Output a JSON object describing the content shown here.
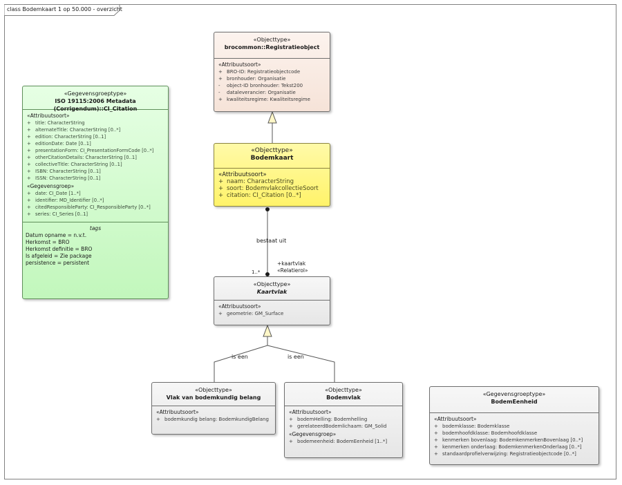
{
  "frame": {
    "title": "class Bodemkaart 1 op 50.000 - overzicht"
  },
  "classes": {
    "registratieobject": {
      "stereotype": "«Objecttype»",
      "name": "brocommon::Registratieobject",
      "sections": [
        {
          "title": "«Attribuutsoort»",
          "rows": [
            {
              "vis": "+",
              "text": "BRO-ID: Registratieobjectcode"
            },
            {
              "vis": "+",
              "text": "bronhouder: Organisatie"
            },
            {
              "vis": "-",
              "text": "object-ID bronhouder: Tekst200"
            },
            {
              "vis": "-",
              "text": "dataleverancier: Organisatie"
            },
            {
              "vis": "+",
              "text": "kwaliteitsregime: Kwaliteitsregime"
            }
          ]
        }
      ]
    },
    "bodemkaart": {
      "stereotype": "«Objecttype»",
      "name": "Bodemkaart",
      "sections": [
        {
          "title": "«Attribuutsoort»",
          "rows": [
            {
              "vis": "+",
              "text": "naam: CharacterString"
            },
            {
              "vis": "+",
              "text": "soort: BodemvlakcollectieSoort"
            },
            {
              "vis": "+",
              "text": "citation: CI_Citation [0..*]"
            }
          ]
        }
      ]
    },
    "citation": {
      "stereotype": "«Gegevensgroeptype»",
      "name": "ISO 19115:2006 Metadata (Corrigendum)::CI_Citation",
      "sections": [
        {
          "title": "«Attribuutsoort»",
          "rows": [
            {
              "vis": "+",
              "text": "title: CharacterString"
            },
            {
              "vis": "+",
              "text": "alternateTitle: CharacterString [0..*]"
            },
            {
              "vis": "+",
              "text": "edition: CharacterString [0..1]"
            },
            {
              "vis": "+",
              "text": "editionDate: Date [0..1]"
            },
            {
              "vis": "+",
              "text": "presentationForm: CI_PresentationFormCode [0..*]"
            },
            {
              "vis": "+",
              "text": "otherCitationDetails: CharacterString [0..1]"
            },
            {
              "vis": "+",
              "text": "collectiveTitle: CharacterString [0..1]"
            },
            {
              "vis": "+",
              "text": "ISBN: CharacterString [0..1]"
            },
            {
              "vis": "+",
              "text": "ISSN: CharacterString [0..1]"
            }
          ]
        },
        {
          "title": "«Gegevensgroep»",
          "rows": [
            {
              "vis": "+",
              "text": "date: CI_Date [1..*]"
            },
            {
              "vis": "+",
              "text": "identifier: MD_Identifier [0..*]"
            },
            {
              "vis": "+",
              "text": "citedResponsibleParty: CI_ResponsibleParty [0..*]"
            },
            {
              "vis": "+",
              "text": "series: CI_Series [0..1]"
            }
          ]
        }
      ],
      "tags_title": "tags",
      "tags": [
        "Datum opname = n.v.t.",
        "Herkomst = BRO",
        "Herkomst definitie = BRO",
        "Is afgeleid = Zie package",
        "persistence = persistent"
      ]
    },
    "kaartvlak": {
      "stereotype": "«Objecttype»",
      "name": "Kaartvlak",
      "sections": [
        {
          "title": "«Attribuutsoort»",
          "rows": [
            {
              "vis": "+",
              "text": "geometrie: GM_Surface"
            }
          ]
        }
      ]
    },
    "vlak_belang": {
      "stereotype": "«Objecttype»",
      "name": "Vlak van bodemkundig belang",
      "sections": [
        {
          "title": "«Attribuutsoort»",
          "rows": [
            {
              "vis": "+",
              "text": "bodemkundig belang: BodemkundigBelang"
            }
          ]
        }
      ]
    },
    "bodemvlak": {
      "stereotype": "«Objecttype»",
      "name": "Bodemvlak",
      "sections": [
        {
          "title": "«Attribuutsoort»",
          "rows": [
            {
              "vis": "+",
              "text": "bodemHelling: Bodemhelling"
            },
            {
              "vis": "+",
              "text": "gerelateerdBodemlichaam: GM_Solid"
            }
          ]
        },
        {
          "title": "«Gegevensgroep»",
          "rows": [
            {
              "vis": "+",
              "text": "bodemeenheid: BodemEenheid [1..*]"
            }
          ]
        }
      ]
    },
    "bodemeenheid": {
      "stereotype": "«Gegevensgroeptype»",
      "name": "BodemEenheid",
      "sections": [
        {
          "title": "«Attribuutsoort»",
          "rows": [
            {
              "vis": "+",
              "text": "bodemklasse: Bodemklasse"
            },
            {
              "vis": "+",
              "text": "bodemhoofdklasse: Bodemhoofdklasse"
            },
            {
              "vis": "+",
              "text": "kenmerken bovenlaag: BodemkenmerkenBovenlaag [0..*]"
            },
            {
              "vis": "+",
              "text": "kenmerken onderlaag: BodemkenmerkenOnderlaag [0..*]"
            },
            {
              "vis": "+",
              "text": "standaardprofielverwijzing: Registratieobjectcode [0..*]"
            }
          ]
        }
      ]
    }
  },
  "connectors": {
    "association_label": "bestaat uit",
    "multiplicity": "1..*",
    "role": "+kaartvlak",
    "role_stereotype": "«Relatierol»",
    "generalization_left": "is een",
    "generalization_right": "is een"
  }
}
